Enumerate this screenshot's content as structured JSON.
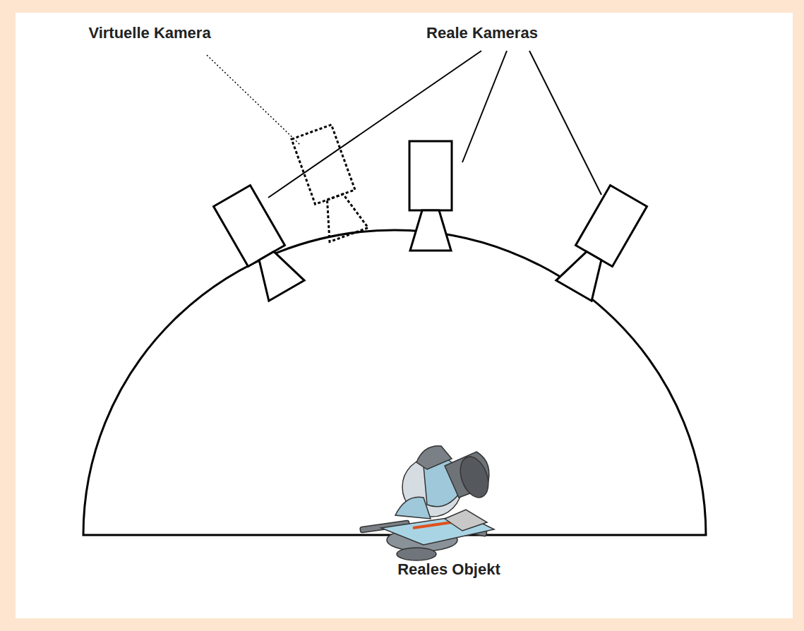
{
  "diagram": {
    "labels": [
      "Virtuelle Kamera",
      "Reale Kameras",
      "Reales Objekt"
    ]
  }
}
